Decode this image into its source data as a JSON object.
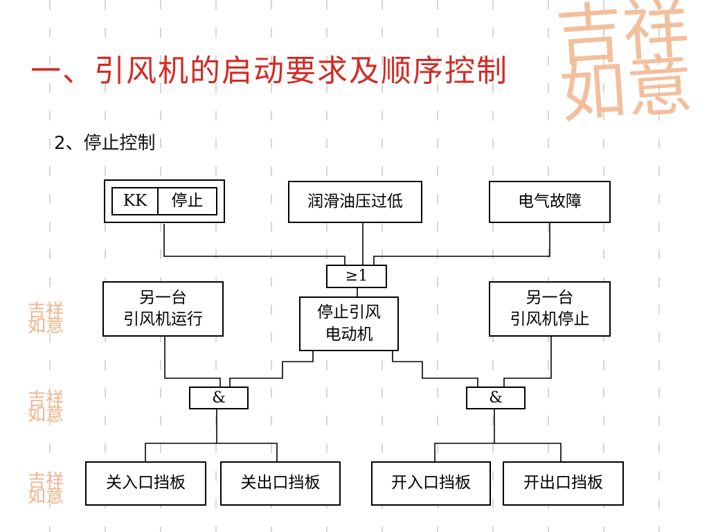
{
  "slide": {
    "title": "一、引风机的启动要求及顺序控制",
    "subtitle": "2、停止控制"
  },
  "decor": {
    "watermark_large": "吉祥如意",
    "watermark_small": "吉祥如意",
    "stamp_color": "#f0b48c",
    "title_color": "#d42a24"
  },
  "diagram": {
    "kk_label": "KK",
    "kk_stop": "停止",
    "low_oil": "润滑油压过低",
    "electric_fault": "电气故障",
    "or_gate": "≥1",
    "stop_fan": {
      "line1": "停止引风",
      "line2": "电动机"
    },
    "other_running": {
      "line1": "另一台",
      "line2": "引风机运行"
    },
    "other_stopped": {
      "line1": "另一台",
      "line2": "引风机停止"
    },
    "and_gate_left": "&",
    "and_gate_right": "&",
    "close_inlet": "关入口挡板",
    "close_outlet": "关出口挡板",
    "open_inlet": "开入口挡板",
    "open_outlet": "开出口挡板"
  }
}
